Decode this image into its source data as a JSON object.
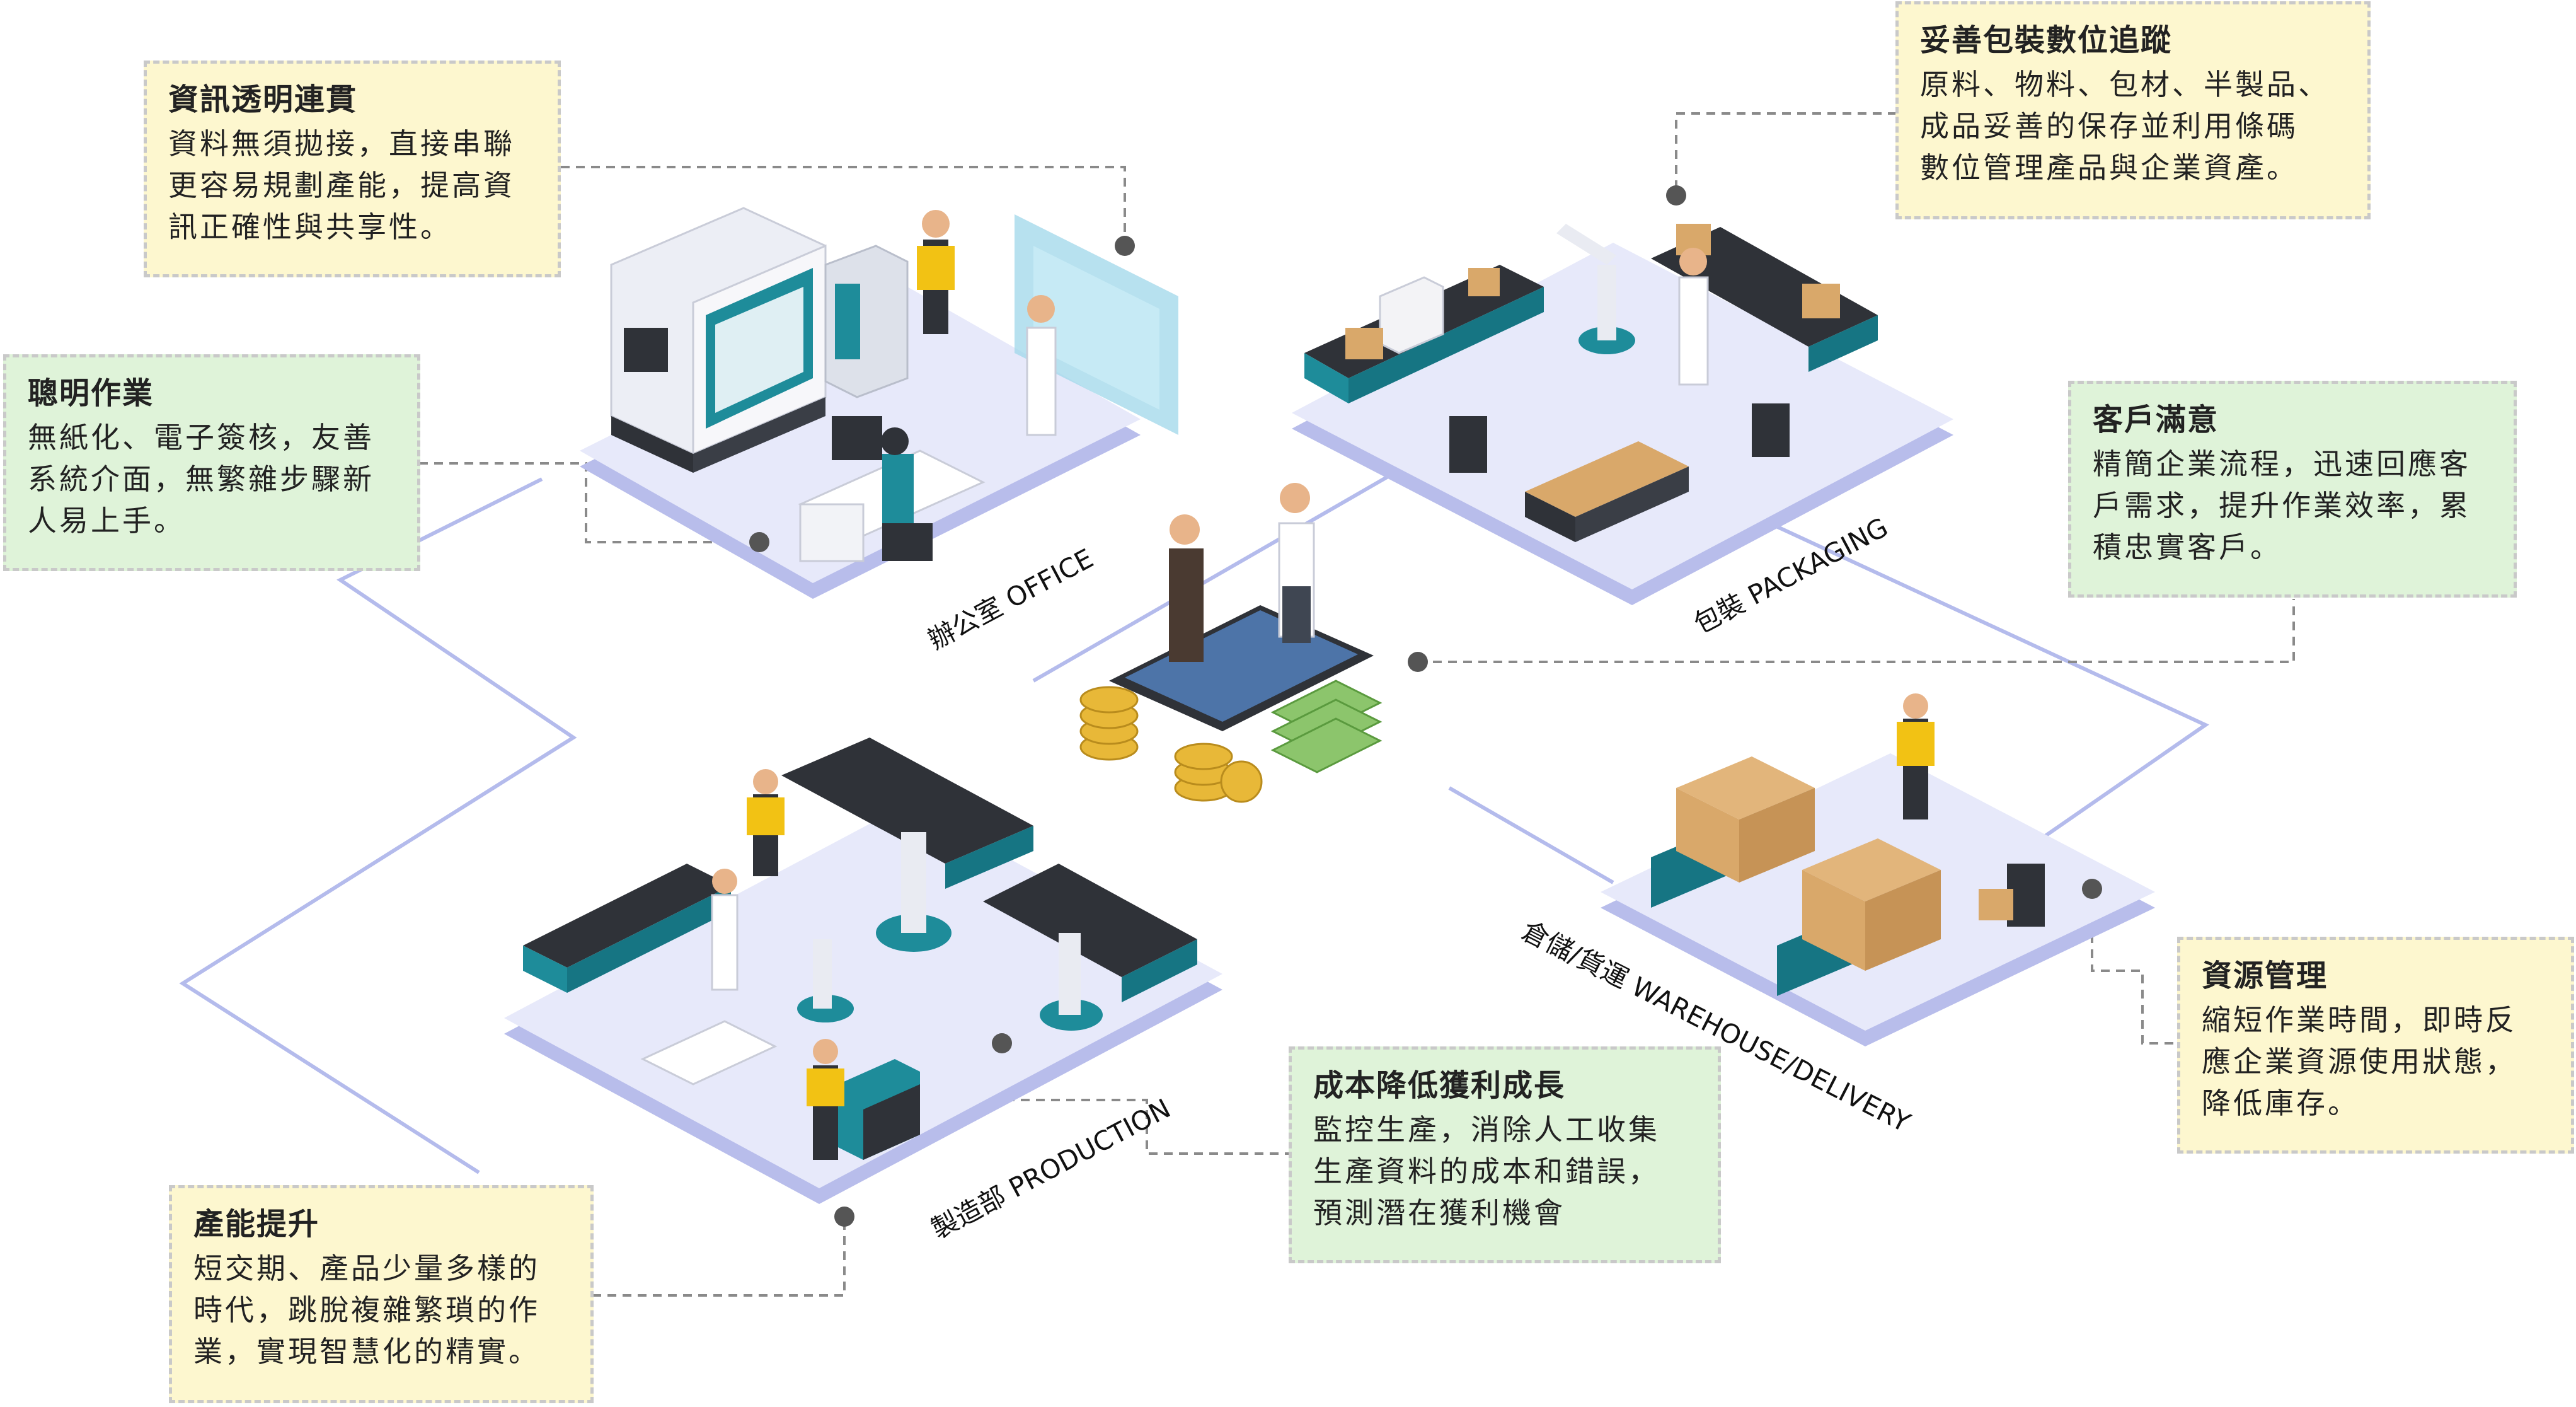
{
  "colors": {
    "platform": "#e7e9fa",
    "platform_edge": "#b8bdeb",
    "connector": "#b4bbec",
    "dashed": "#8a8a8a",
    "dot": "#555555",
    "yellow_box": "#fdf7cf",
    "green_box": "#dff3d9",
    "teal": "#1e8c9a",
    "dark": "#2f3238",
    "box_brown": "#d9a86a",
    "worker_yellow": "#f2c214"
  },
  "boxes": {
    "info": {
      "title": "資訊透明連貫",
      "lines": [
        "資料無須拋接，直接串聯",
        "更容易規劃產能，提高資",
        "訊正確性與共享性。"
      ]
    },
    "smart": {
      "title": "聰明作業",
      "lines": [
        "無紙化、電子簽核，友善",
        "系統介面，無繁雜步驟新",
        "人易上手。"
      ]
    },
    "capacity": {
      "title": "產能提升",
      "lines": [
        "短交期、產品少量多樣的",
        "時代，跳脫複雜繁瑣的作",
        "業，實現智慧化的精實。"
      ]
    },
    "cost": {
      "title": "成本降低獲利成長",
      "lines": [
        "監控生產，消除人工收集",
        "生產資料的成本和錯誤，",
        "預測潛在獲利機會"
      ]
    },
    "packaging": {
      "title": "妥善包裝數位追蹤",
      "lines": [
        "原料、物料、包材、半製品、",
        "成品妥善的保存並利用條碼",
        "數位管理產品與企業資產。"
      ]
    },
    "customer": {
      "title": "客戶滿意",
      "lines": [
        "精簡企業流程，迅速回應客",
        "戶需求，提升作業效率，累",
        "積忠實客戶。"
      ]
    },
    "resource": {
      "title": "資源管理",
      "lines": [
        "縮短作業時間，即時反",
        "應企業資源使用狀態，",
        "降低庫存。"
      ]
    }
  },
  "zones": {
    "office": "辦公室 OFFICE",
    "packaging": "包裝 PACKAGING",
    "production": "製造部 PRODUCTION",
    "warehouse": "倉儲/貨運 WAREHOUSE/DELIVERY"
  }
}
